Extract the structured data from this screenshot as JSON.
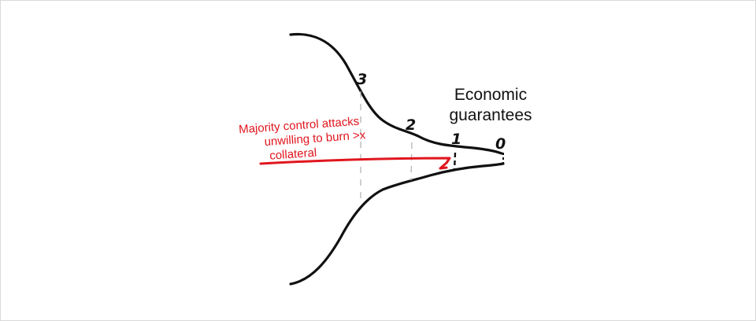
{
  "title_lines": [
    "Economic",
    "guarantees"
  ],
  "annotation_lines": [
    "Majority control attacks",
    "unwilling to burn >x",
    "collateral"
  ],
  "level_labels": [
    "3",
    "2",
    "1",
    "0"
  ],
  "colors": {
    "curve": "#111111",
    "annotation": "#e0161e",
    "guide": "#b5b5b5"
  }
}
